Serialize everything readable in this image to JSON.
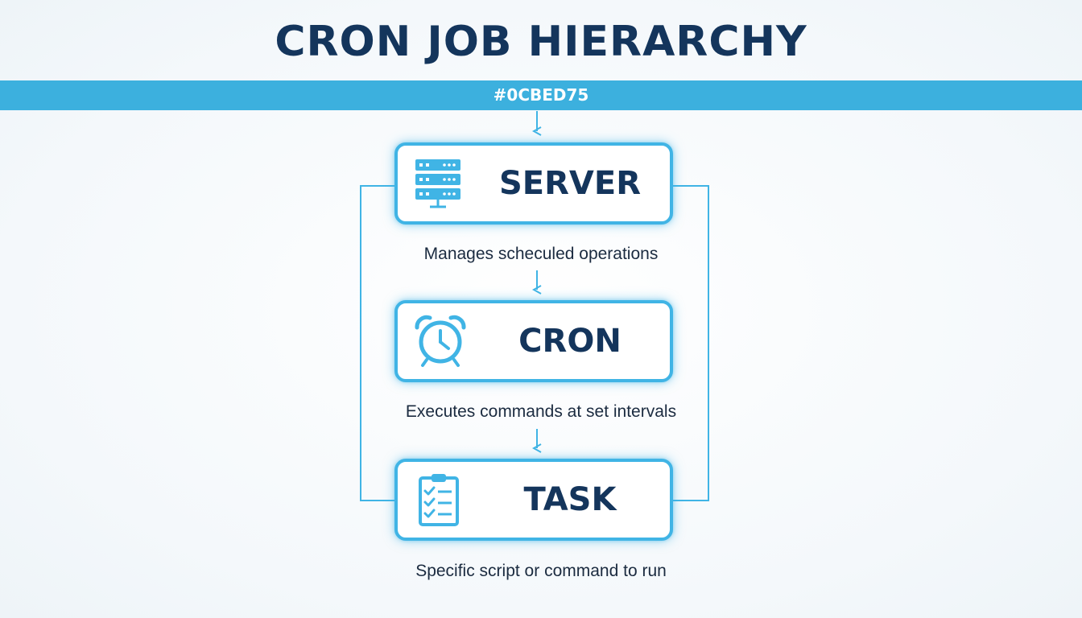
{
  "title": "CRON JOB HIERARCHY",
  "banner": {
    "text": "#0CBED75"
  },
  "colors": {
    "accent": "#40b4e5",
    "banner": "#3cb0de",
    "title": "#14355c"
  },
  "nodes": [
    {
      "label": "SERVER",
      "icon": "server-rack-icon",
      "caption": "Manages scheculed operations"
    },
    {
      "label": "CRON",
      "icon": "alarm-clock-icon",
      "caption": "Executes commands at set intervals"
    },
    {
      "label": "TASK",
      "icon": "clipboard-checklist-icon",
      "caption": "Specific script or command to run"
    }
  ]
}
